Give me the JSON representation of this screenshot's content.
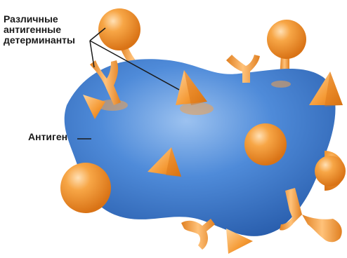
{
  "labels": {
    "determinants_line1": "Различные",
    "determinants_line2": "антигенные",
    "determinants_line3": "детерминанты",
    "antigen": "Антиген"
  },
  "colors": {
    "antigen_body": "#3f7fd2",
    "antigen_body_light": "#8bb6ec",
    "determinant_orange": "#f39a3a",
    "determinant_light": "#ffd29a",
    "pointer_line": "#1a1a1a"
  }
}
